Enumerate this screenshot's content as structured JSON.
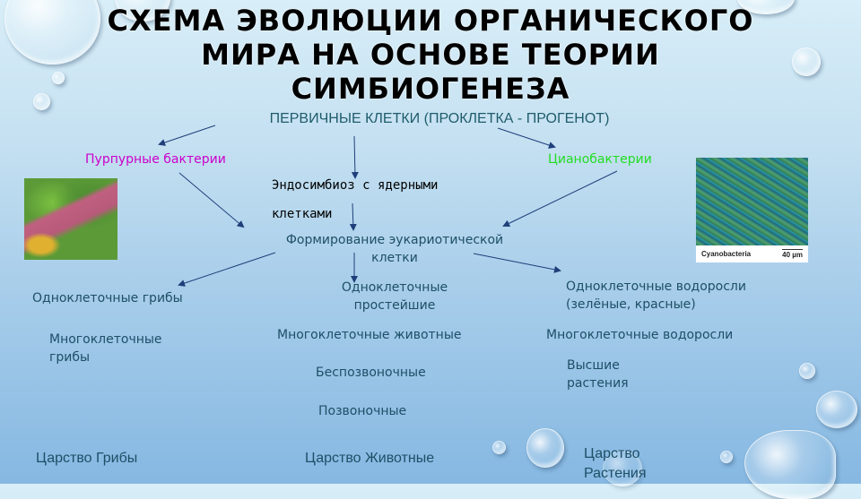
{
  "slide": {
    "title": "СХЕМА ЭВОЛЮЦИИ ОРГАНИЧЕСКОГО МИРА НА ОСНОВЕ ТЕОРИИ СИМБИОГЕНЕЗА",
    "title_lines": [
      "СХЕМА ЭВОЛЮЦИИ ОРГАНИЧЕСКОГО",
      "МИРА НА ОСНОВЕ ТЕОРИИ",
      "СИМБИОГЕНЕЗА"
    ],
    "subtitle": "ПЕРВИЧНЫЕ КЛЕТКИ (ПРОКЛЕТКА - ПРОГЕНОТ)"
  },
  "nodes": {
    "purple_bacteria": {
      "label": "Пурпурные бактерии",
      "color": "#cc00cc"
    },
    "cyanobacteria": {
      "label": "Цианобактерии",
      "color": "#22dd22"
    },
    "endosymbiosis": {
      "line1": "Эндосимбиоз с ядерными",
      "line2": "клетками",
      "color": "#000000"
    },
    "eukaryote": {
      "line1": "Формирование эукариотической",
      "line2": "клетки"
    },
    "unicellular_fungi": {
      "label": "Одноклеточные грибы"
    },
    "multicellular_fungi": {
      "line1": "Многоклеточные",
      "line2": "грибы"
    },
    "protozoa": {
      "line1": "Одноклеточные",
      "line2": "простейшие"
    },
    "multicellular_animals": {
      "label": "Многоклеточные животные"
    },
    "invertebrates": {
      "label": "Беспозвоночные"
    },
    "vertebrates": {
      "label": "Позвоночные"
    },
    "unicellular_algae": {
      "line1": "Одноклеточные водоросли",
      "line2": "(зелёные, красные)"
    },
    "multicellular_algae": {
      "label": "Многоклеточные водоросли"
    },
    "higher_plants": {
      "line1": "Высшие",
      "line2": "растения"
    }
  },
  "kingdoms": {
    "fungi": "Царство Грибы",
    "animals": "Царство Животные",
    "plants_line1": "Царство",
    "plants_line2": "Растения"
  },
  "images": {
    "purple_bacteria_photo": {
      "alt": "purple bacteria micrograph"
    },
    "cyanobacteria_photo": {
      "caption": "Cyanobacteria",
      "scale": "40 µm"
    }
  },
  "colors": {
    "arrow": "#1f3f7a",
    "text": "#1d4f66",
    "subtitle": "#1f5c6b"
  }
}
